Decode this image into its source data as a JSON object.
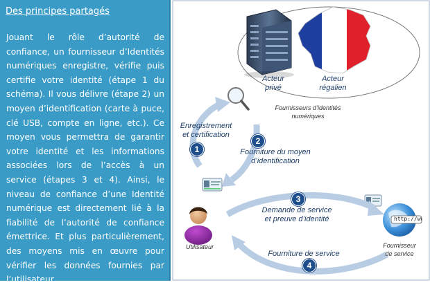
{
  "panel": {
    "title": "Des principes partagés",
    "body": "Jouant le rôle d’autorité de confiance, un fournisseur d’Identités numériques enregistre, vérifie puis certifie votre identité (étape 1 du schéma). Il vous délivre (étape 2) un moyen d’identification (carte à puce, clé USB, compte en ligne, etc.). Ce moyen vous permettra de garantir votre identité et les informations associées lors de l’accès à un service (étapes 3 et 4). Ainsi, le niveau de confiance d’une Identité numérique est directement lié à la fiabilité de l’autorité de confiance émettrice. Et plus particulièrement, des moyens mis en œuvre pour vérifier les données fournies par l’utilisateur."
  },
  "diagram": {
    "actor_private": "Acteur\nprivé",
    "actor_regalian": "Acteur\nrégalien",
    "providers_caption": "Fournisseurs d’identités\nnumériques",
    "step1_label": "Enregistrement\net certification",
    "step2_label": "Fourniture du moyen\nd’identification",
    "step3_label": "Demande de service\net preuve d’identité",
    "step4_label": "Fourniture de service",
    "user_label": "Utilisateur",
    "service_provider_label": "Fournisseur\nde service",
    "url_text": "http://ww",
    "steps": [
      "1",
      "2",
      "3",
      "4"
    ]
  },
  "colors": {
    "panel_bg": "#3a9bc7",
    "arrow": "#b8cde3",
    "step_circle": "#1f4e8c",
    "label_text": "#1f3f6a"
  }
}
